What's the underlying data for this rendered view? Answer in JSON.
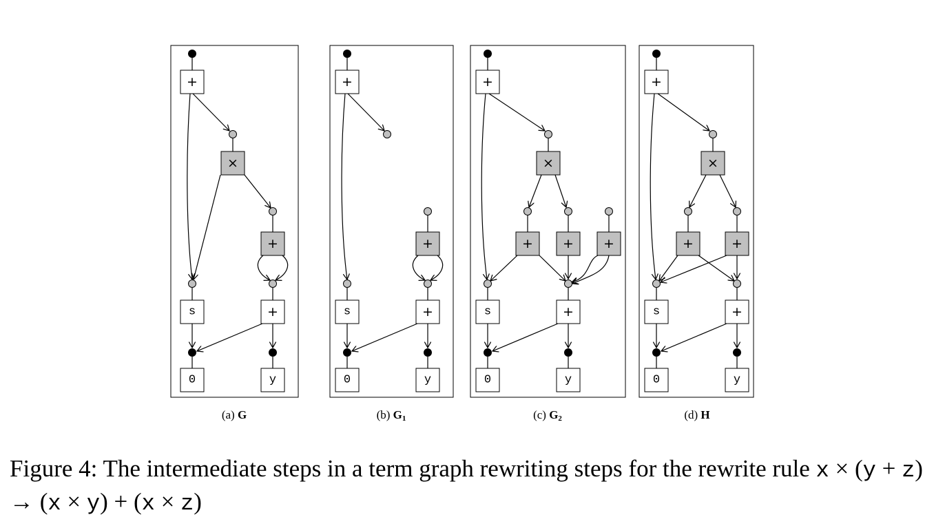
{
  "figure": {
    "panels": [
      {
        "id": "a",
        "prefix": "(a) ",
        "name": "G",
        "sub": ""
      },
      {
        "id": "b",
        "prefix": "(b) ",
        "name": "G",
        "sub": "1"
      },
      {
        "id": "c",
        "prefix": "(c) ",
        "name": "G",
        "sub": "2"
      },
      {
        "id": "d",
        "prefix": "(d) ",
        "name": "H",
        "sub": ""
      }
    ],
    "labels": {
      "plus": "+",
      "times": "×",
      "succ": "s",
      "zero": "0",
      "y": "y"
    }
  },
  "caption": {
    "part1": "Figure 4: The intermediate steps in a term graph rewriting steps for the rewrite rule ",
    "x1": "x",
    "op1": " × (",
    "y1": "y",
    "op2": " + ",
    "z1": "z",
    "op3": ") → (",
    "x2": "x",
    "op4": " × ",
    "y2": "y",
    "op5": ") + (",
    "x3": "x",
    "op6": " × ",
    "z2": "z",
    "op7": ")"
  },
  "colors": {
    "gray_node": "#c0c0c0",
    "black": "#000000",
    "white": "#ffffff"
  }
}
